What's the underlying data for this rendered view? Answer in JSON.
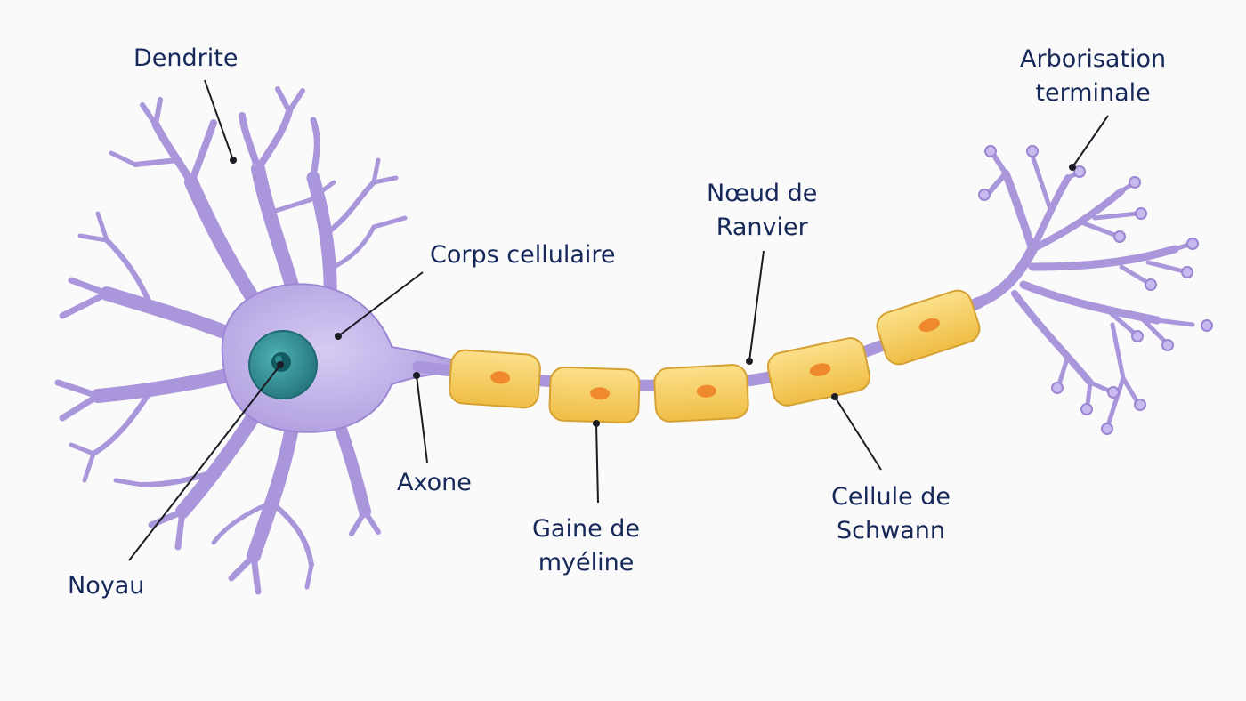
{
  "colors": {
    "background": "#fbfafa",
    "neuron": "#b7a6e0",
    "neuron_outline": "#8c78c8",
    "cell_body": "#c4b6ea",
    "nucleus": "#2f8f93",
    "nucleolus": "#155c63",
    "myelin": "#f6cf5c",
    "myelin_outline": "#d9a431",
    "schwann_nucleus": "#ef8b2e",
    "label_text": "#16285a",
    "leader_line": "#1c1c24"
  },
  "labels": {
    "dendrite": "Dendrite",
    "cell_body": "Corps cellulaire",
    "nucleus": "Noyau",
    "axon": "Axone",
    "myelin_sheath": [
      "Gaine de",
      "myéline"
    ],
    "node_of_ranvier": [
      "Nœud de",
      "Ranvier"
    ],
    "schwann_cell": [
      "Cellule de",
      "Schwann"
    ],
    "terminal_arborization": [
      "Arborisation",
      "terminale"
    ]
  }
}
